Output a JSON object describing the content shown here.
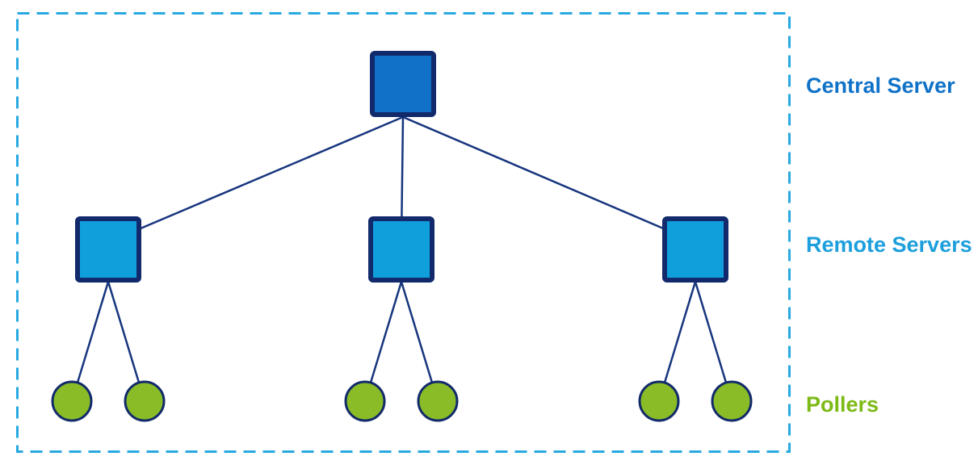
{
  "diagram": {
    "type": "tree-topology",
    "labels": {
      "central": "Central Server",
      "remote": "Remote Servers",
      "pollers": "Pollers"
    },
    "structure": {
      "central_server_count": 1,
      "remote_server_count": 3,
      "poller_count": 6,
      "pollers_per_remote_server": 2,
      "hierarchy": "Central Server -> 3 Remote Servers -> 2 Pollers each"
    },
    "colors": {
      "central_fill": "#1171C8",
      "remote_fill": "#0FA0DC",
      "poller_fill": "#89BC26",
      "node_border": "#122A6B",
      "line": "#17357E",
      "dashed_border": "#29A9E1",
      "central_label": "#0F72C8",
      "remote_label": "#1C9FDC",
      "poller_label": "#7DBA16"
    }
  }
}
